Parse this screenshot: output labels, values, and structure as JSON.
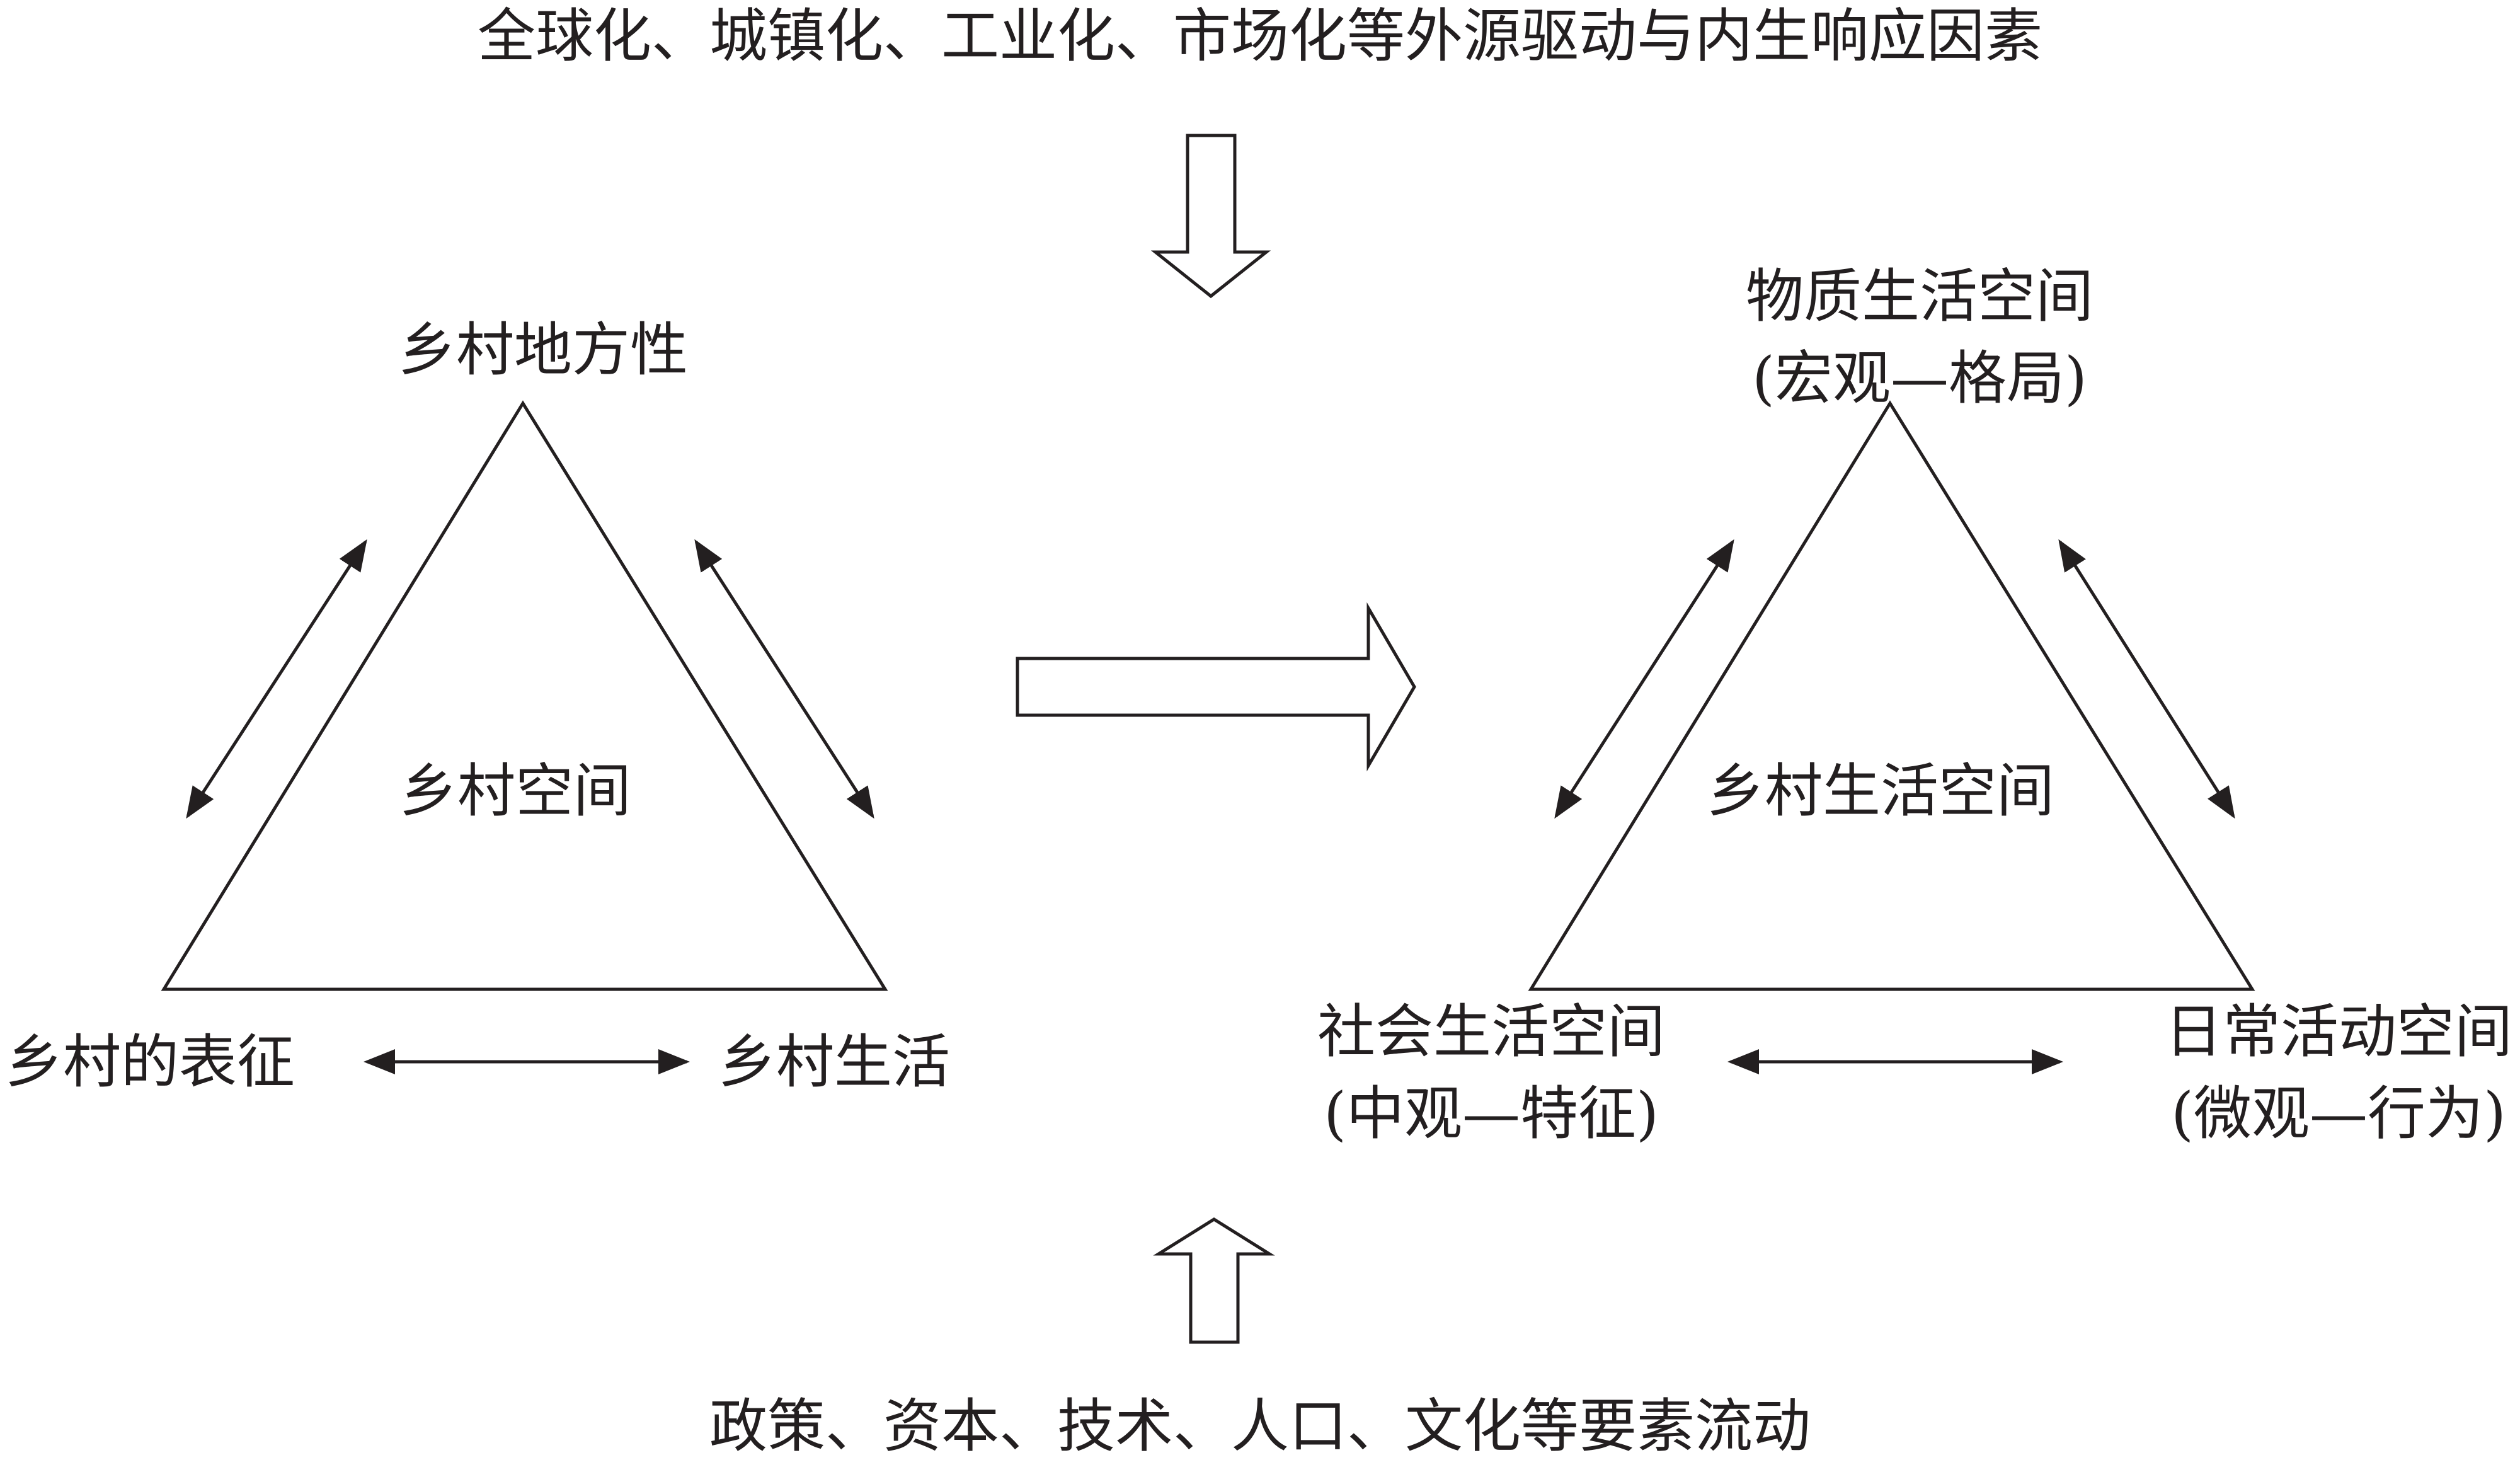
{
  "top_factors": "全球化、城镇化、工业化、市场化等外源驱动与内生响应因素",
  "bottom_factors": "政策、资本、技术、人口、文化等要素流动",
  "left_triangle": {
    "apex": "乡村地方性",
    "center": "乡村空间",
    "bottom_left": "乡村的表征",
    "bottom_right": "乡村生活"
  },
  "right_triangle": {
    "apex": {
      "title": "物质生活空间",
      "subtitle": "(宏观—格局)"
    },
    "center": "乡村生活空间",
    "bottom_left": {
      "title": "社会生活空间",
      "subtitle": "(中观—特征)"
    },
    "bottom_right": {
      "title": "日常活动空间",
      "subtitle": "(微观—行为)"
    }
  },
  "colors": {
    "line": "#231f20",
    "background": "#ffffff"
  }
}
